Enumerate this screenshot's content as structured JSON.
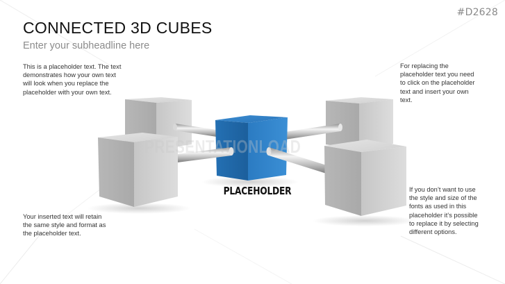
{
  "slide": {
    "id_label": "#D2628",
    "title": "CONNECTED 3D CUBES",
    "subtitle": "Enter your subheadline here"
  },
  "text_blocks": {
    "top_left": "This is a placeholder text. The text\ndemonstrates how your own text\nwill look when you replace the\nplaceholder with your own text.",
    "top_right": "For replacing the\nplaceholder text you need\nto click on the placeholder\ntext and insert your own\ntext.",
    "bottom_left": "Your inserted text will retain\nthe same style and format as\nthe placeholder text.",
    "bottom_right": "If you don’t want to use\nthe style and size of the\nfonts as used in this\nplaceholder it’s possible\nto replace it by selecting\ndifferent options."
  },
  "diagram": {
    "center_label": "PLACEHOLDER",
    "watermark": "PRESENTATIONLOAD",
    "colors": {
      "center_cube": "#2a78c0",
      "outer_cube": "#c8c8c8",
      "rod": "#bdbdbd"
    },
    "cubes": [
      {
        "name": "back-left"
      },
      {
        "name": "front-left"
      },
      {
        "name": "center"
      },
      {
        "name": "back-right"
      },
      {
        "name": "front-right"
      }
    ]
  }
}
